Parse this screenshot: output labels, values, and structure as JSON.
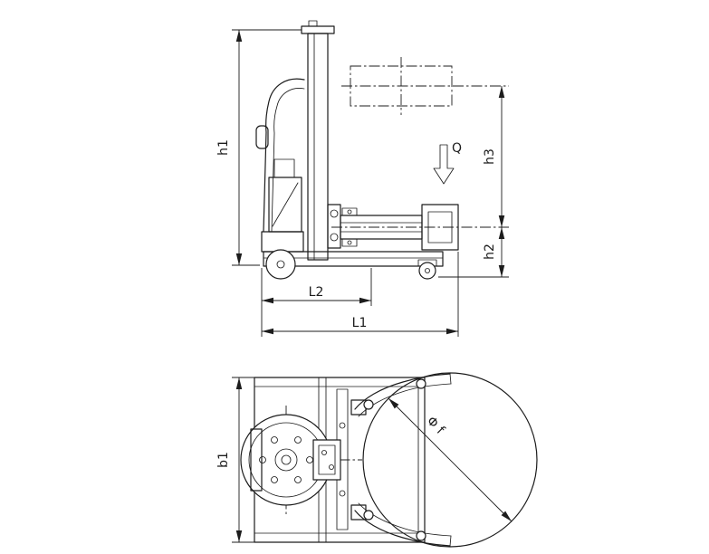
{
  "labels": {
    "h1": "h1",
    "h2": "h2",
    "h3": "h3",
    "L1": "L1",
    "L2": "L2",
    "b1": "b1",
    "Q": "Q",
    "phi_f": "Φ f"
  },
  "colors": {
    "line": "#1c1c1c",
    "background": "#ffffff"
  }
}
